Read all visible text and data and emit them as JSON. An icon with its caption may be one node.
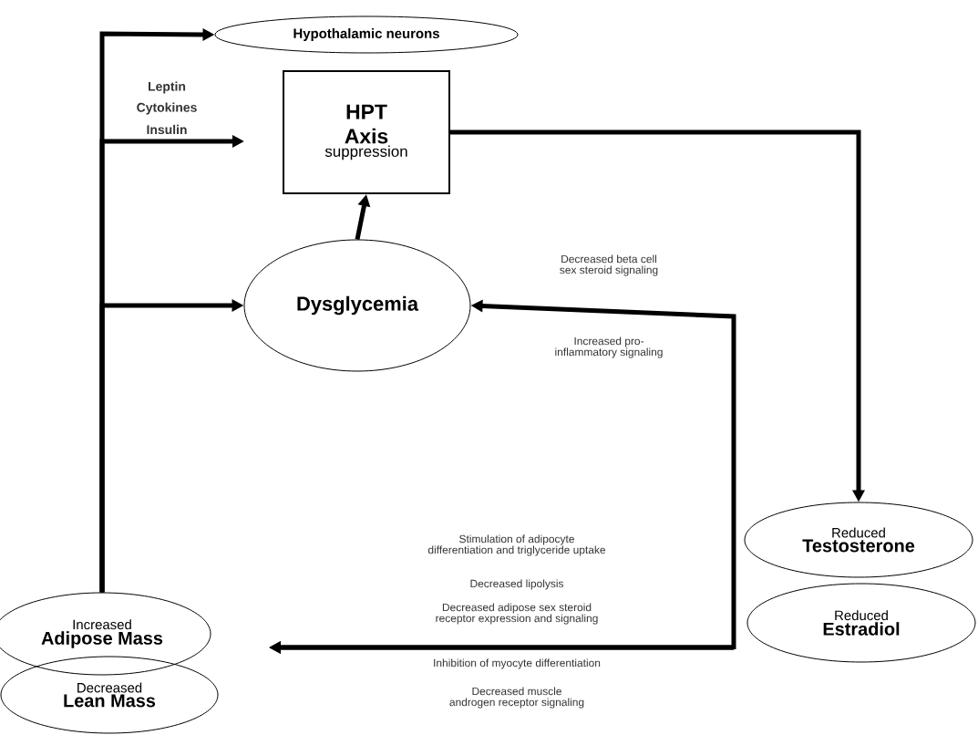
{
  "diagram": {
    "nodes": [
      {
        "text": [
          "Hypothalamic neurons"
        ]
      },
      {
        "text": [
          "HPT Axis",
          "suppression"
        ]
      },
      {
        "text": [
          "Dysglycemia"
        ]
      },
      {
        "text": [
          "Reduced",
          "Testosterone"
        ]
      },
      {
        "text": [
          "Reduced",
          "Estradiol"
        ]
      },
      {
        "text": [
          "Increased",
          "Adipose Mass"
        ]
      },
      {
        "text": [
          "Decreased",
          "Lean Mass"
        ]
      }
    ],
    "edges": [
      {
        "from": 5,
        "to": 0,
        "arrow": "to"
      },
      {
        "from": 5,
        "to": 1,
        "arrow": "to"
      },
      {
        "from": 5,
        "to": 2,
        "arrow": "to"
      },
      {
        "from": 2,
        "to": 1,
        "arrow": "to"
      },
      {
        "from": 1,
        "to": 3,
        "arrow": "to"
      },
      {
        "from": null,
        "to": 2,
        "arrow": "to"
      },
      {
        "from": null,
        "to": 5,
        "arrow": "to"
      },
      {
        "from": null,
        "to": 6,
        "arrow": "to"
      }
    ],
    "labels": [
      "Leptin",
      "Cytokines",
      "Insulin",
      "Decreased beta cell sex steroid signaling",
      "Increased pro-inflammatory signaling",
      "Stimulation of adipocyte differentiation and triglyceride uptake",
      "Decreased lipolysis",
      "Decreased adipose sex steroid receptor expression and signaling",
      "Inhibition of myocyte differentiation",
      "Decreased muscle androgen receptor signaling"
    ]
  }
}
